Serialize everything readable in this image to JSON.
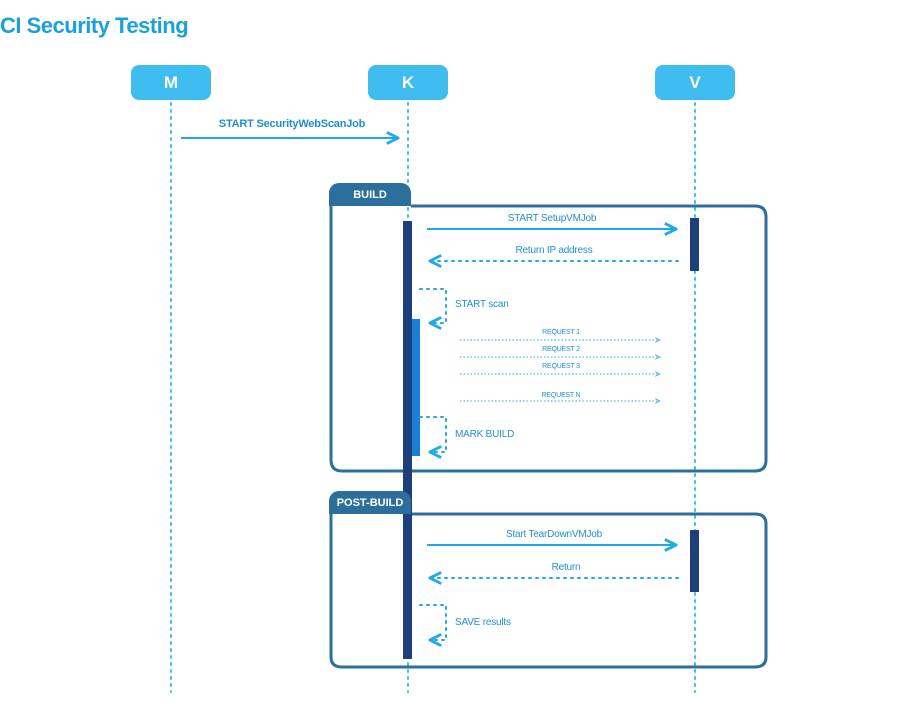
{
  "title": "CI Security Testing",
  "actors": {
    "m": "M",
    "k": "K",
    "v": "V"
  },
  "frames": {
    "build": "BUILD",
    "post_build": "POST-BUILD"
  },
  "messages": {
    "start_web_scan": "START SecurityWebScanJob",
    "start_setup_vm": "START SetupVMJob",
    "return_ip": "Return IP address",
    "start_scan": "START scan",
    "request_1": "REQUEST 1",
    "request_2": "REQUEST 2",
    "request_3": "REQUEST 3",
    "request_n": "REQUEST N",
    "mark_build": "MARK BUILD",
    "start_teardown": "Start TearDownVMJob",
    "return": "Return",
    "save_results": "SAVE results"
  },
  "colors": {
    "lifeline": "#3fbdf0",
    "arrow": "#1fa9e8",
    "activation_dark": "#1d3f7a",
    "activation_light": "#1a7fd6",
    "frame": "#2d6f9c",
    "actor_bg": "#3fbdf0",
    "title": "#1ba1d9"
  }
}
